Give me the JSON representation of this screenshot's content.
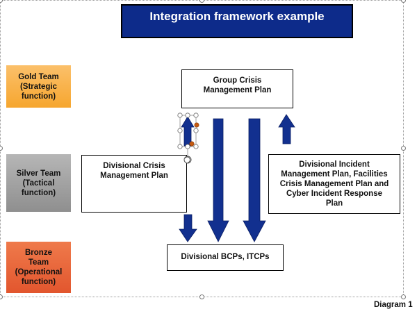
{
  "title": "Integration framework example",
  "tiers": {
    "gold": [
      "Gold Team",
      "(Strategic",
      "function)"
    ],
    "silver": [
      "Silver Team",
      "(Tactical",
      "function)"
    ],
    "bronze": [
      "Bronze",
      "Team",
      "(Operational",
      "function)"
    ]
  },
  "plans": {
    "group": [
      "Group Crisis",
      "Management Plan"
    ],
    "divisional_crisis": [
      "Divisional Crisis",
      "Management Plan"
    ],
    "divisional_incident": [
      "Divisional Incident",
      "Management Plan, Facilities",
      "Crisis Management Plan and",
      "Cyber Incident Response",
      "Plan"
    ],
    "bcp": [
      "Divisional BCPs, ITCPs"
    ]
  },
  "caption": "Diagram 1",
  "colors": {
    "title_bg": "#0d2b8a",
    "arrow_fill": "#12308f",
    "gold": "#f6a62f",
    "silver": "#9a9a9a",
    "bronze": "#e2562e",
    "selection_accent": "#c55a11"
  }
}
